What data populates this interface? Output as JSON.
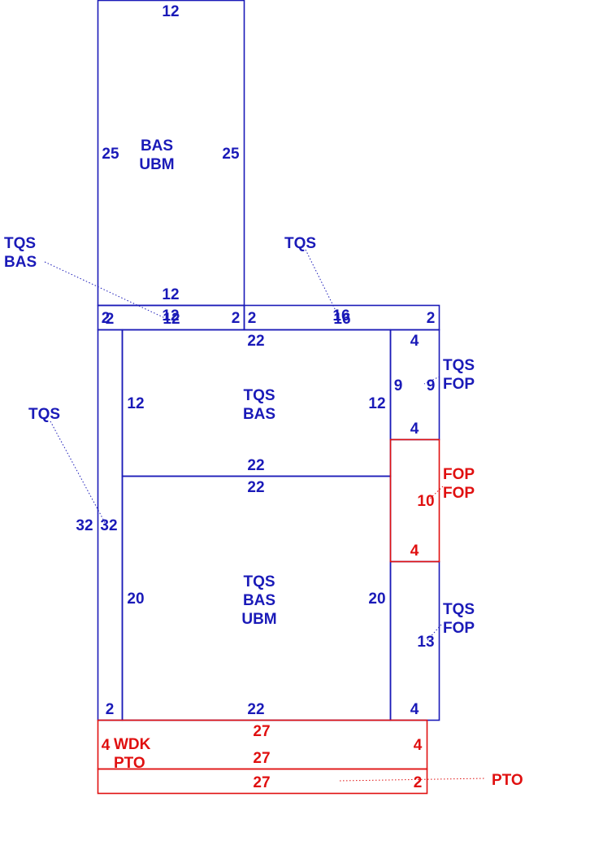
{
  "colors": {
    "primary": "#1a1ab8",
    "accent": "#e01010"
  },
  "areas": {
    "bas_ubm_top": {
      "line1": "BAS",
      "line2": "UBM"
    },
    "tqs_bas_left_callout": {
      "line1": "TQS",
      "line2": "BAS"
    },
    "tqs_top_callout": "TQS",
    "tqs_bas_mid": {
      "line1": "TQS",
      "line2": "BAS"
    },
    "tqs_fop_right_top": {
      "line1": "TQS",
      "line2": "FOP"
    },
    "fop_fop": {
      "line1": "FOP",
      "line2": "FOP"
    },
    "tqs_left_callout": "TQS",
    "tqs_bas_ubm": {
      "line1": "TQS",
      "line2": "BAS",
      "line3": "UBM"
    },
    "tqs_fop_right_bottom": {
      "line1": "TQS",
      "line2": "FOP"
    },
    "wdk_pto": {
      "line1": "WDK",
      "line2": "PTO"
    },
    "pto_callout": "PTO"
  },
  "dimensions": {
    "bas_top": "12",
    "bas_left": "25",
    "bas_right": "25",
    "bas_bottom": "12",
    "strip_left_a": "2",
    "strip_left_b": "2",
    "strip_mid_a": "12",
    "strip_mid_b": "12",
    "strip_right_a": "2",
    "strip2_left": "2",
    "strip2_mid_a": "16",
    "strip2_mid_b": "16",
    "strip2_right": "2",
    "room_top": "22",
    "room_left": "12",
    "room_right": "12",
    "room_bottom": "22",
    "big_top": "22",
    "big_left": "20",
    "big_right": "20",
    "big_bottom": "22",
    "col_left_outer": "32",
    "col_left_inner": "32",
    "col_bottom": "2",
    "rt_top": "4",
    "rt_left": "9",
    "rt_right": "9",
    "rt_bottom": "4",
    "fop_right": "10",
    "fop_bottom": "4",
    "rb_right": "13",
    "rb_bottom": "4",
    "wdk_top": "27",
    "wdk_left": "4",
    "wdk_right": "4",
    "wdk_bottom": "27",
    "pto_mid": "27",
    "pto_right": "2"
  }
}
